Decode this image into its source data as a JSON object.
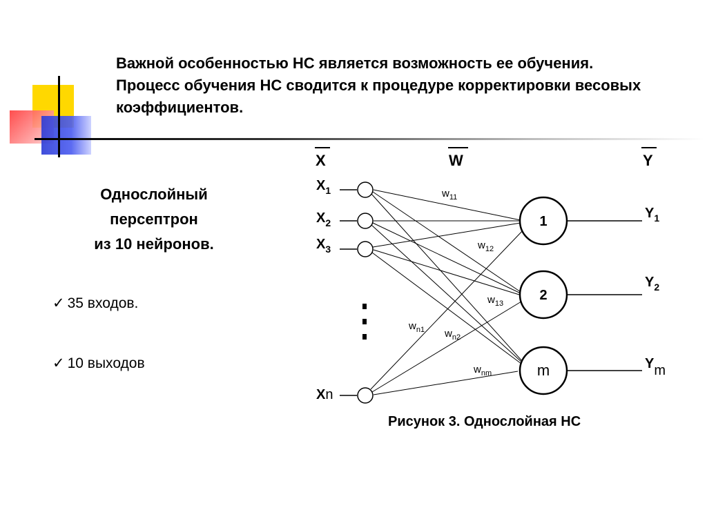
{
  "intro_text": "Важной особенностью НС является возможность ее обучения. Процесс обучения НС сводится к процедуре корректировки весовых коэффициентов.",
  "subtitle": {
    "line1": "Однослойный",
    "line2": "персептрон",
    "line3": "из 10 нейронов."
  },
  "bullets": [
    {
      "check": "✓",
      "text": "35 входов."
    },
    {
      "check": "✓",
      "text": "10 выходов"
    }
  ],
  "diagram": {
    "header_x": "X",
    "header_w": "W",
    "header_y": "Y",
    "inputs": [
      {
        "name": "X",
        "sub": "1"
      },
      {
        "name": "X",
        "sub": "2"
      },
      {
        "name": "X",
        "sub": "3"
      },
      {
        "name": "X",
        "sub": "n"
      }
    ],
    "neurons": [
      "1",
      "2",
      "m"
    ],
    "outputs": [
      {
        "name": "Y",
        "sub": "1"
      },
      {
        "name": "Y",
        "sub": "2"
      },
      {
        "name": "Y",
        "sub": "m"
      }
    ],
    "weights": [
      {
        "name": "w",
        "sub": "11"
      },
      {
        "name": "w",
        "sub": "12"
      },
      {
        "name": "w",
        "sub": "13"
      },
      {
        "name": "w",
        "sub": "n1"
      },
      {
        "name": "w",
        "sub": "n2"
      },
      {
        "name": "w",
        "sub": "nm"
      }
    ]
  },
  "figure_caption": "Рисунок 3. Однослойная НС"
}
